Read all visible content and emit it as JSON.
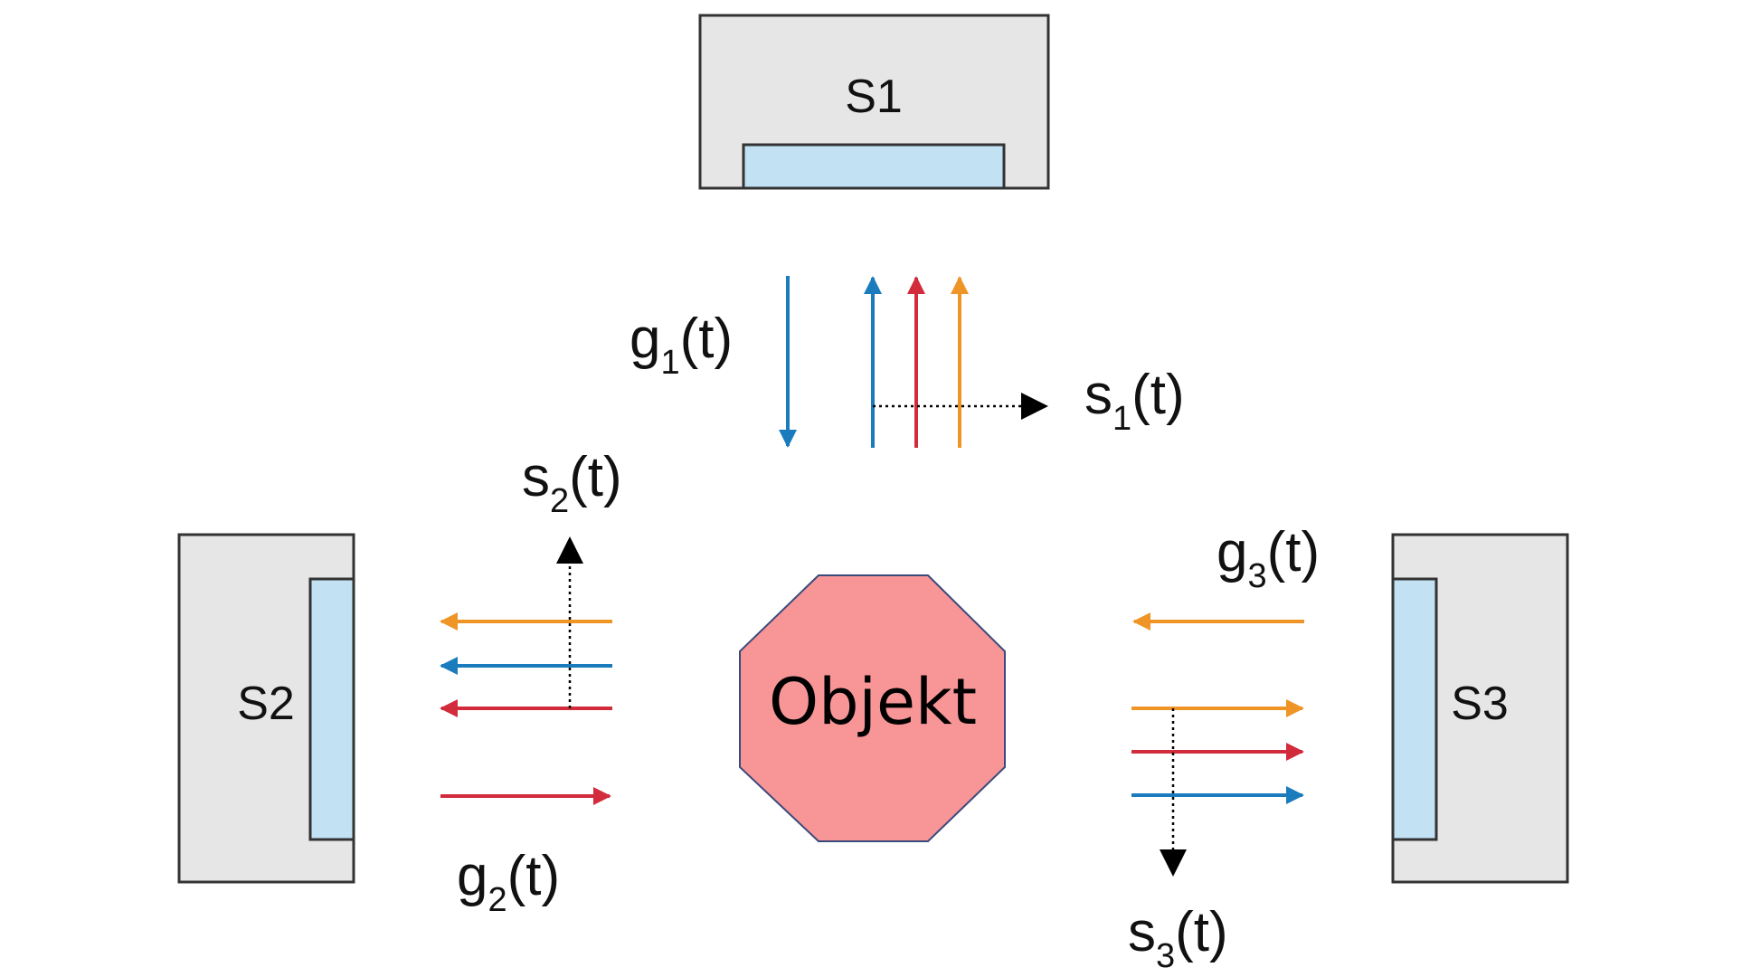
{
  "colors": {
    "blue": "#1a7bbd",
    "red": "#d22b3b",
    "orange": "#ef9527",
    "black": "#000000",
    "sensor_body": "#e6e6e6",
    "sensor_window": "#c2e2f4",
    "object_fill": "#f89597",
    "object_stroke": "#3b4a7a"
  },
  "sensors": [
    {
      "id": "s1",
      "label": "S1"
    },
    {
      "id": "s2",
      "label": "S2"
    },
    {
      "id": "s3",
      "label": "S3"
    }
  ],
  "object": {
    "label": "Objekt"
  },
  "signals": {
    "g1": {
      "base": "g",
      "sub": "1",
      "tail": "(t)"
    },
    "s1": {
      "base": "s",
      "sub": "1",
      "tail": "(t)"
    },
    "g2": {
      "base": "g",
      "sub": "2",
      "tail": "(t)"
    },
    "s2": {
      "base": "s",
      "sub": "2",
      "tail": "(t)"
    },
    "g3": {
      "base": "g",
      "sub": "3",
      "tail": "(t)"
    },
    "s3": {
      "base": "s",
      "sub": "3",
      "tail": "(t)"
    }
  }
}
